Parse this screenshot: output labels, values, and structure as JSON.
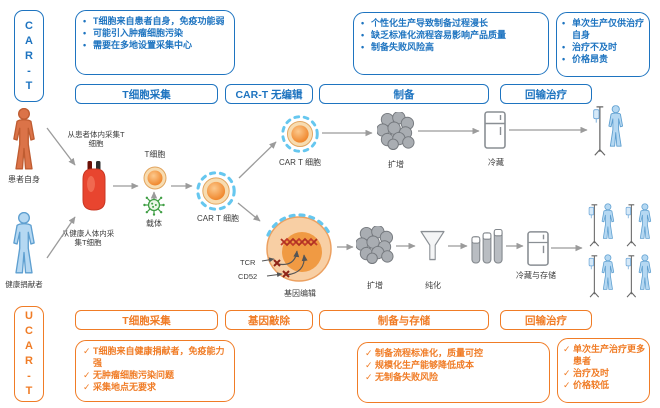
{
  "palette": {
    "blue": "#1e74c0",
    "orange": "#f07c26",
    "text": "#3c3c3c",
    "arrow": "#9b9b9b",
    "person_blue": "#b5d8f2",
    "person_blue_stroke": "#5e9fd0",
    "person_orange": "#db7348",
    "person_orange_stroke": "#bf5c31",
    "red": "#e8452f",
    "green": "#3f9e44",
    "gray": "#a9adb2",
    "cell_ring": "#66c7ef"
  },
  "glyphs": {
    "bullet": "•",
    "check": "✓"
  },
  "car_t": {
    "side": [
      "C",
      "A",
      "R",
      "-",
      "T"
    ],
    "issue_boxes": [
      {
        "items": [
          "T细胞来自患者自身，免疫功能弱",
          "可能引入肿瘤细胞污染",
          "需要在多地设置采集中心"
        ]
      },
      {
        "items": [
          "个性化生产导致制备过程漫长",
          "缺乏标准化流程容易影响产品质量",
          "制备失败风险高"
        ]
      },
      {
        "items": [
          "单次生产仅供治疗自身",
          "治疗不及时",
          "价格昂贵"
        ]
      }
    ],
    "stage_bars": [
      {
        "label": "T细胞采集"
      },
      {
        "label": "CAR-T 无编辑"
      },
      {
        "label": "制备"
      },
      {
        "label": "回输治疗"
      }
    ]
  },
  "ucar_t": {
    "side": [
      "U",
      "C",
      "A",
      "R",
      "-",
      "T"
    ],
    "stage_bars": [
      {
        "label": "T细胞采集"
      },
      {
        "label": "基因敲除"
      },
      {
        "label": "制备与存储"
      },
      {
        "label": "回输治疗"
      }
    ],
    "benefit_boxes": [
      {
        "items": [
          "T细胞来自健康捐献者，免疫能力强",
          "无肿瘤细胞污染问题",
          "采集地点无要求"
        ]
      },
      {
        "items": [
          "制备流程标准化，质量可控",
          "规模化生产能够降低成本",
          "无制备失败风险"
        ]
      },
      {
        "items": [
          "单次生产治疗更多患者",
          "治疗及时",
          "价格较低"
        ]
      }
    ]
  },
  "flow": {
    "patient_label": "患者自身",
    "donor_label": "健康捐献者",
    "collect_from_patient": "从患者体内采集T细胞",
    "collect_from_donor": "从健康人体内采集T细胞",
    "t_cell_label": "T细胞",
    "vector_label": "载体",
    "car_t_cell_label_mid": "CAR T 细胞",
    "car_t_cell_label_top": "CAR T 细胞",
    "expand_label_top": "扩增",
    "cold_label_top": "冷藏",
    "tcr_label": "TCR",
    "cd52_label": "CD52",
    "gene_edit_label": "基因编辑",
    "expand_label_bottom": "扩增",
    "purify_label": "纯化",
    "cold_store_label": "冷藏与存储"
  }
}
